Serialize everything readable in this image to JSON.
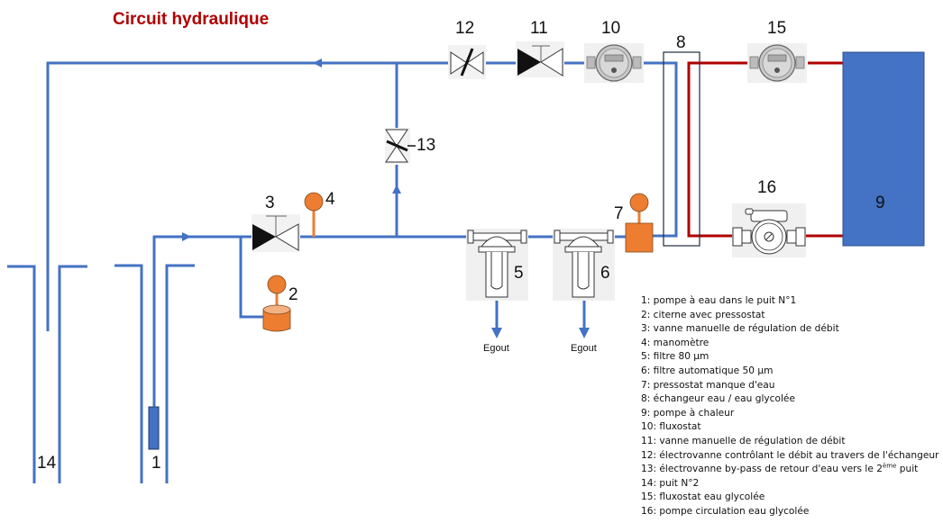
{
  "title": "Circuit hydraulique",
  "colors": {
    "title": "#b00000",
    "water_pipe": "#4472c4",
    "glycol_pipe": "#b00000",
    "accessory": "#ed7d31",
    "heat_pump": "#4472c4",
    "icon_background": "#f0f0f0"
  },
  "labels": {
    "n1": "1",
    "n2": "2",
    "n3": "3",
    "n4": "4",
    "n5": "5",
    "n6": "6",
    "n7": "7",
    "n8": "8",
    "n9": "9",
    "n10": "10",
    "n11": "11",
    "n12": "12",
    "n13": "13",
    "n14": "14",
    "n15": "15",
    "n16": "16"
  },
  "drains": [
    "Egout",
    "Egout"
  ],
  "legend": [
    {
      "text": "1: pompe à eau dans le puit N°1"
    },
    {
      "text": "2: citerne avec pressostat"
    },
    {
      "text": "3: vanne manuelle de régulation de débit"
    },
    {
      "text": "4: manomètre"
    },
    {
      "text": "5: filtre 80 µm"
    },
    {
      "text": "6: filtre automatique 50 µm"
    },
    {
      "text": "7: pressostat manque d'eau"
    },
    {
      "text": "8: échangeur eau / eau glycolée"
    },
    {
      "text": "9: pompe à chaleur"
    },
    {
      "text": "10: fluxostat"
    },
    {
      "text": "11: vanne manuelle de régulation de débit"
    },
    {
      "text": "12: électrovanne contrôlant le débit au travers de l'échangeur"
    },
    {
      "text": "13: électrovanne by-pass de retour d'eau vers le 2",
      "sup": "ème",
      "after": " puit"
    },
    {
      "text": "14: puit N°2"
    },
    {
      "text": "15: fluxostat eau glycolée"
    },
    {
      "text": "16: pompe circulation eau glycolée"
    }
  ]
}
